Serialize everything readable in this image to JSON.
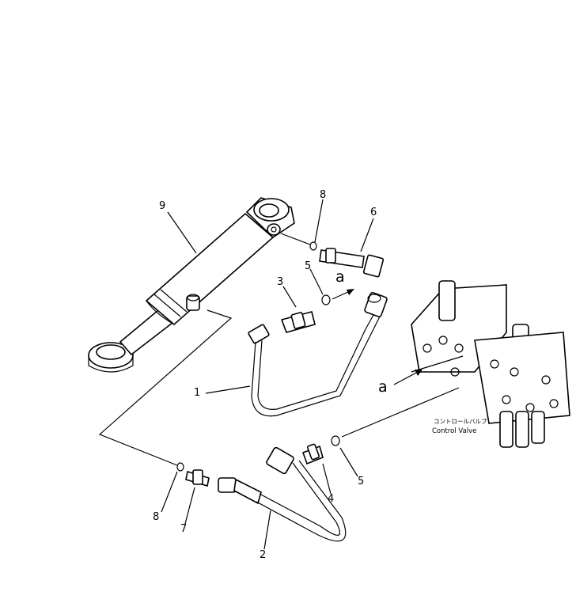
{
  "callouts": {
    "n1": "1",
    "n2": "2",
    "n3": "3",
    "n4": "4",
    "n5a": "5",
    "n5b": "5",
    "n6": "6",
    "n7": "7",
    "n8a": "8",
    "n8b": "8",
    "n9": "9"
  },
  "view_arrows": {
    "a_top": "a",
    "a_left": "a"
  },
  "control_valve": {
    "label_jp": "コントロールバルブ",
    "label_en": "Control Valve"
  }
}
